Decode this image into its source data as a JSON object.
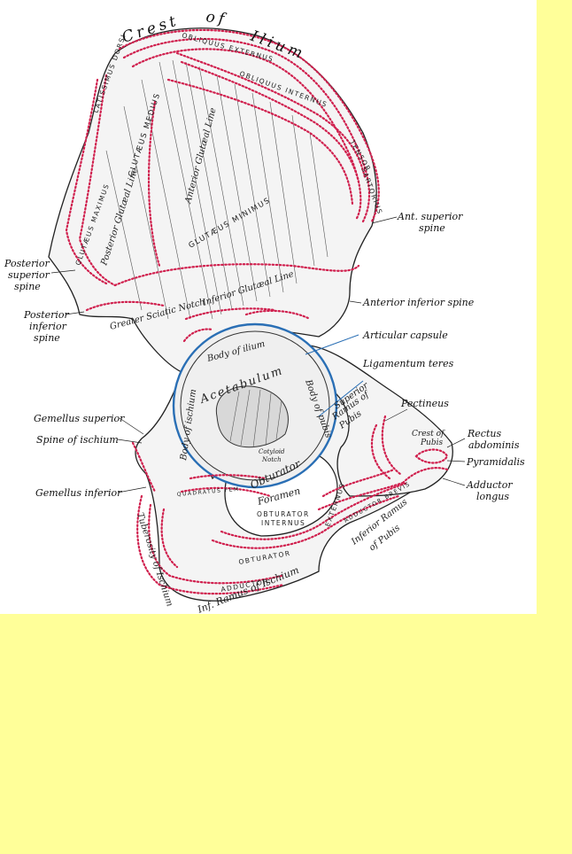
{
  "colors": {
    "page_background": "#ffff99",
    "figure_background": "#ffffff",
    "muscle_outline": "#d0204e",
    "capsule_outline": "#2a6fb5"
  },
  "title": {
    "crest_word1": "Crest",
    "crest_word2": "of",
    "crest_word3": "Ilium"
  },
  "outer_labels": {
    "posterior_superior_spine": [
      "Posterior",
      "superior",
      "spine"
    ],
    "posterior_inferior_spine": [
      "Posterior",
      "inferior",
      "spine"
    ],
    "ant_superior_spine": [
      "Ant. superior",
      "spine"
    ],
    "anterior_inferior_spine": "Anterior inferior spine",
    "articular_capsule": "Articular capsule",
    "ligamentum_teres": "Ligamentum teres",
    "pectineus": "Pectineus",
    "rectus_abdominis": [
      "Rectus",
      "abdominis"
    ],
    "pyramidalis": "Pyramidalis",
    "adductor_longus": [
      "Adductor",
      "longus"
    ],
    "gemellus_superior": "Gemellus superior",
    "spine_of_ischium": "Spine of ischium",
    "gemellus_inferior": "Gemellus inferior"
  },
  "inner_labels": {
    "gluteus_medius": "GLUTÆUS MEDIUS",
    "gluteus_minimus": "GLUTÆUS MINIMUS",
    "gluteus_maximus": "GLUTÆUS MAXIMUS",
    "anterior_gluteal_line": "Anterior Glutæal Line",
    "posterior_gluteal_line": "Posterior Glutæal Line",
    "inferior_gluteal_line": "Inferior Glutæal Line",
    "greater_sciatic_notch": "Greater Sciatic Notch",
    "body_of_ilium": "Body of ilium",
    "acetabulum": "Acetabulum",
    "body_of_pubis": "Body of pubis",
    "body_of_ischium": "Body of ischium",
    "superior_ramus_of_pubis": [
      "Superior",
      "Ramus of",
      "Pubis"
    ],
    "crest_of_pubis": [
      "Crest of",
      "Pubis"
    ],
    "obturator_foramen": [
      "Obturator",
      "Foramen"
    ],
    "obturator_internus": [
      "OBTURATOR",
      "INTERNUS"
    ],
    "obturator_externus": "OBTURATOR",
    "externus": "EXTERNUS",
    "inferior_ramus_of_pubis": [
      "Inferior Ramus",
      "of Pubis"
    ],
    "inf_ramus_of_ischium": "Inf. Ramus of Ischium",
    "tuberosity_of_ischium": "Tuberosity of Ischium",
    "adductor_magnus": "ADDUCTOR",
    "adductor_brevis": "ADDUCTOR BREVIS",
    "oblique_externus": "OBLIQUUS EXTERNUS",
    "oblique_internus": "OBLIQUUS INTERNUS",
    "latissimus_dorsi": "LATISSIMUS DORSI",
    "tensor": "TENSOR",
    "sartorius": "SARTORIUS",
    "notch": "Notch",
    "cotyloid": "Cotyloid",
    "quadratus": "QUADRATUS FEM."
  }
}
